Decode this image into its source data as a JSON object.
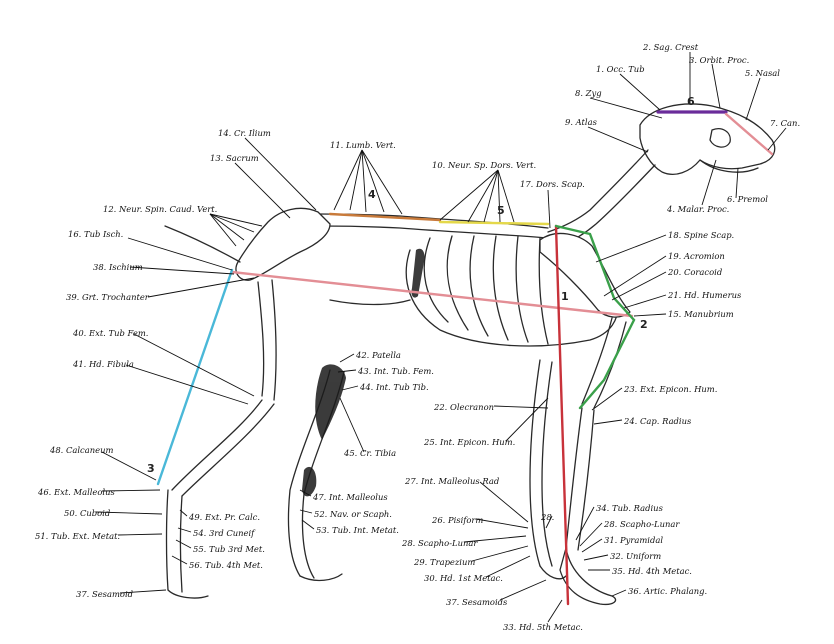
{
  "colors": {
    "outline": "#2a2a2a",
    "bone_fill": "#ffffff",
    "dark_muscle": "#1a1a1a",
    "red_line": "#c8323a",
    "pink_line": "#e38e95",
    "green_line": "#3aa04a",
    "cyan_line": "#4ab8d8",
    "purple_line": "#6a2c9a",
    "yellow_line": "#e4d84a",
    "orange_line": "#c87a3a"
  },
  "markers": [
    "1",
    "2",
    "3",
    "4",
    "5",
    "6"
  ],
  "labels": [
    "1. Occ. Tub",
    "2. Sag. Crest",
    "3. Orbit. Proc.",
    "5. Nasal",
    "8. Zyg",
    "7. Can.",
    "9. Atlas",
    "6. Premol",
    "4. Malar. Proc.",
    "10. Neur. Sp. Dors. Vert.",
    "17. Dors. Scap.",
    "11. Lumb. Vert.",
    "14. Cr. Ilium",
    "13. Sacrum",
    "12. Neur. Spin. Caud. Vert.",
    "16. Tub Isch.",
    "38. Ischium",
    "39. Grt. Trochanter",
    "18. Spine Scap.",
    "19. Acromion",
    "20. Coracoid",
    "21. Hd. Humerus",
    "15. Manubrium",
    "40. Ext. Tub Fem.",
    "41. Hd. Fibula",
    "42. Patella",
    "43. Int. Tub. Fem.",
    "44. Int. Tub Tib.",
    "22. Olecranon",
    "23. Ext. Epicon. Hum.",
    "24. Cap. Radius",
    "25. Int. Epicon. Hum.",
    "45. Cr. Tibia",
    "48. Calcaneum",
    "46. Ext. Malleolus",
    "50. Cuboid",
    "51. Tub. Ext. Metat.",
    "49. Ext. Pr. Calc.",
    "54. 3rd Cuneif",
    "55. Tub 3rd Met.",
    "56. Tub. 4th Met.",
    "47. Int. Malleolus",
    "52. Nav. or Scaph.",
    "53. Tub. Int. Metat.",
    "27. Int. Malleolus Rad",
    "26. Pisiform",
    "28. Scapho-Lunar",
    "29. Trapezium",
    "30. Hd. 1st Metac.",
    "28.",
    "34. Tub. Radius",
    "28. Scapho-Lunar",
    "31. Pyramidal",
    "32. Uniform",
    "35. Hd. 4th Metac.",
    "36. Artic. Phalang.",
    "37. Sesamoids",
    "37. Sesamoid",
    "33. Hd. 5th Metac."
  ]
}
